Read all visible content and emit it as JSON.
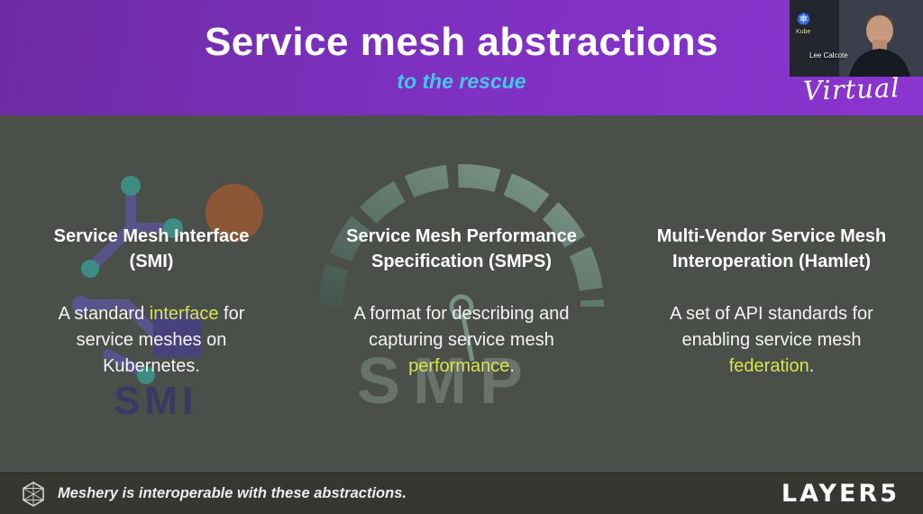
{
  "header": {
    "title": "Service mesh abstractions",
    "subtitle": "to the rescue"
  },
  "webcam": {
    "name": "Lee Calcote",
    "logo_text": "Kube",
    "virtual_label": "Virtual"
  },
  "columns": [
    {
      "title": "Service Mesh Interface (SMI)",
      "body_before": "A standard ",
      "highlight": "interface",
      "body_after": " for service meshes on Kubernetes."
    },
    {
      "title": "Service Mesh Performance Specification (SMPS)",
      "body_before": "A format for describing and capturing service mesh ",
      "highlight": "performance",
      "body_after": "."
    },
    {
      "title": "Multi-Vendor Service Mesh Interoperation (Hamlet)",
      "body_before": "A set of API standards for enabling service mesh ",
      "highlight": "federation",
      "body_after": "."
    }
  ],
  "watermarks": {
    "smi_text": "SMI",
    "smp_text": "SMP"
  },
  "footer": {
    "note": "Meshery is interoperable with these abstractions.",
    "brand": "LAYER5"
  },
  "colors": {
    "header_purple": "#7d30c0",
    "subtitle_cyan": "#45c7e7",
    "highlight_yellow": "#d7e44c",
    "slide_background": "#4b4f49",
    "footer_background": "#343830"
  }
}
